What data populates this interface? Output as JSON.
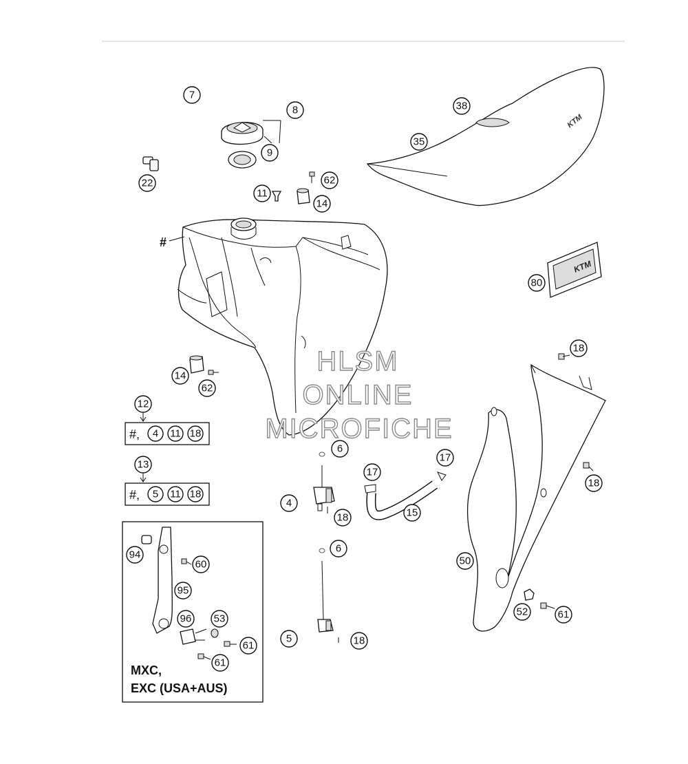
{
  "callouts": {
    "c7": "7",
    "c8": "8",
    "c9": "9",
    "c22": "22",
    "c38": "38",
    "c35": "35",
    "c11a": "11",
    "c62a": "62",
    "c14a": "14",
    "c80": "80",
    "c18a": "18",
    "c14b": "14",
    "c62b": "62",
    "c12": "12",
    "c13": "13",
    "c6a": "6",
    "c4": "4",
    "c18b": "18",
    "c17a": "17",
    "c17b": "17",
    "c15": "15",
    "c18c": "18",
    "c50": "50",
    "c6b": "6",
    "c5": "5",
    "c18d": "18",
    "c52": "52",
    "c61a": "61",
    "c94": "94",
    "c60": "60",
    "c95": "95",
    "c96": "96",
    "c53": "53",
    "c61b": "61",
    "c61c": "61"
  },
  "kit12": {
    "prefix": "#,",
    "items": [
      "4",
      "11",
      "18"
    ]
  },
  "kit13": {
    "prefix": "#,",
    "items": [
      "5",
      "11",
      "18"
    ]
  },
  "hash_label": "#",
  "variant": {
    "line1": "MXC,",
    "line2": "EXC (USA+AUS)"
  },
  "watermark": {
    "line1": "HLSM",
    "line2": "ONLINE",
    "line3": "MICROFICHE"
  },
  "logos": {
    "seat": "KTM",
    "decal": "KTM"
  }
}
